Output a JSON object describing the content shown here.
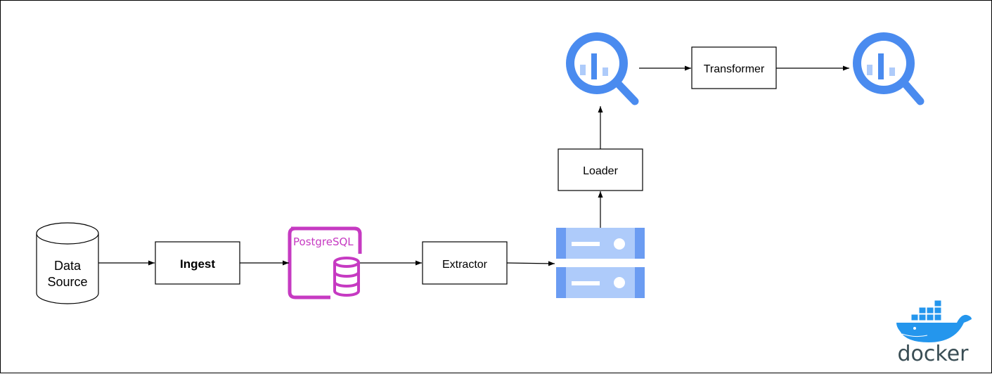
{
  "diagram": {
    "nodes": {
      "data_source": {
        "label_line1": "Data",
        "label_line2": "Source"
      },
      "ingest": {
        "label": "Ingest"
      },
      "postgres": {
        "label": "PostgreSQL"
      },
      "extractor": {
        "label": "Extractor"
      },
      "loader": {
        "label": "Loader"
      },
      "transformer": {
        "label": "Transformer"
      }
    },
    "logo": {
      "docker_text": "docker"
    },
    "colors": {
      "postgres": "#c63ac2",
      "bigquery": "#4a8bef",
      "bigquery_light": "#aecbfa",
      "server": "#6b9cf2",
      "server_light": "#aecbfa",
      "docker": "#2496ed",
      "docker_text": "#394d54"
    },
    "icons": [
      "database-cylinder-icon",
      "postgresql-icon",
      "server-icon",
      "bigquery-icon",
      "docker-logo-icon"
    ]
  }
}
